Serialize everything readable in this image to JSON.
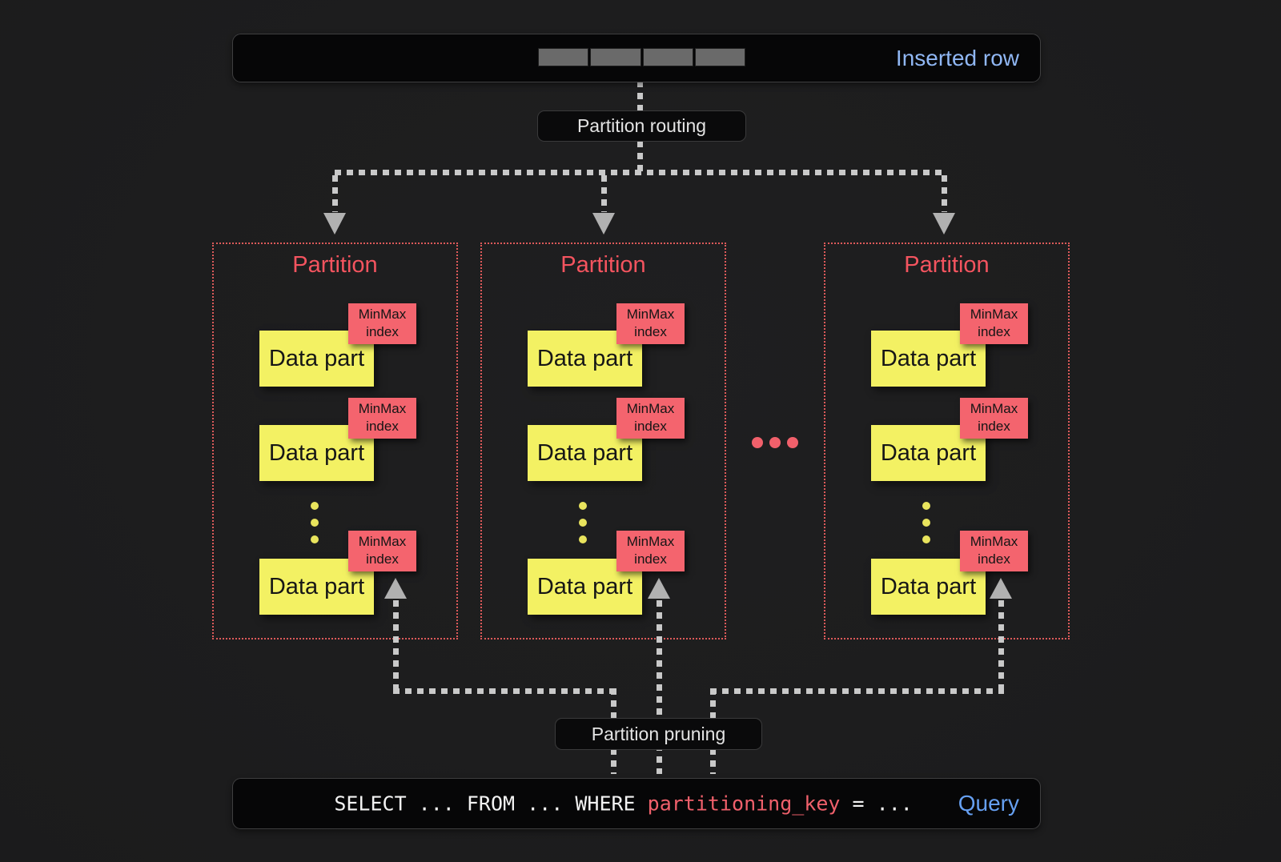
{
  "colors": {
    "bg": "#1d1d1e",
    "panel": "#060607",
    "panel-border": "#3f3f40",
    "pill-bg": "#0a0a0b",
    "pill-border": "#3a3a3b",
    "text-light": "#e4e4e4",
    "blue-inserted": "#90b7f4",
    "blue-query": "#66a0f2",
    "red": "#f4545f",
    "border-red": "#dd5a5a",
    "salmon": "#f4646e",
    "yellow": "#f3f163",
    "dash": "#c9c9c9",
    "arrow": "#b1b1b1",
    "cell": "#6a6a6a",
    "mono": "#f2f2f2",
    "key-red": "#ef606b",
    "dot-red": "#f1606b",
    "dot-yellow": "#e9e45d",
    "ink": "#151515"
  },
  "inserted_row": {
    "label": "Inserted row",
    "cell_count": 4
  },
  "labels": {
    "routing": "Partition routing",
    "pruning": "Partition pruning"
  },
  "partitions": [
    {
      "title": "Partition",
      "parts": [
        {
          "label": "Data part",
          "tag": {
            "line1": "MinMax",
            "line2": "index"
          }
        },
        {
          "label": "Data part",
          "tag": {
            "line1": "MinMax",
            "line2": "index"
          }
        },
        {
          "label": "Data part",
          "tag": {
            "line1": "MinMax",
            "line2": "index"
          }
        }
      ]
    },
    {
      "title": "Partition",
      "parts": [
        {
          "label": "Data part",
          "tag": {
            "line1": "MinMax",
            "line2": "index"
          }
        },
        {
          "label": "Data part",
          "tag": {
            "line1": "MinMax",
            "line2": "index"
          }
        },
        {
          "label": "Data part",
          "tag": {
            "line1": "MinMax",
            "line2": "index"
          }
        }
      ]
    },
    {
      "title": "Partition",
      "parts": [
        {
          "label": "Data part",
          "tag": {
            "line1": "MinMax",
            "line2": "index"
          }
        },
        {
          "label": "Data part",
          "tag": {
            "line1": "MinMax",
            "line2": "index"
          }
        },
        {
          "label": "Data part",
          "tag": {
            "line1": "MinMax",
            "line2": "index"
          }
        }
      ]
    }
  ],
  "ellipsis": "...",
  "query_bar": {
    "code_prefix": "SELECT ... FROM ... WHERE ",
    "code_key": "partitioning_key",
    "code_suffix": " = ...",
    "label": "Query"
  }
}
